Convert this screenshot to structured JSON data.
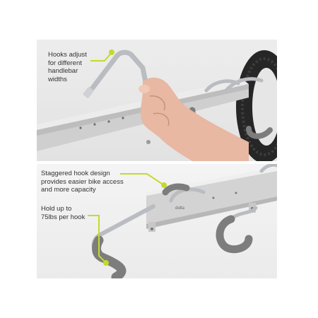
{
  "callouts": {
    "hooks_adjust": {
      "lines": [
        "Hooks adjust",
        "for different",
        "handlebar",
        "widths"
      ]
    },
    "staggered": {
      "lines": [
        "Staggered hook design",
        "provides easier bike access",
        "and more capacity"
      ]
    },
    "hold_up": {
      "lines": [
        "Hold up to",
        "75lbs per hook"
      ]
    }
  },
  "rail_logo": "dɘlta",
  "colors": {
    "accent": "#c5d92d",
    "rail": "#d7d7d7",
    "hook": "#b9bcc0",
    "grip": "#7d7d7d",
    "tire": "#2a2a2a",
    "skin": "#e8b8a2"
  },
  "icons": {
    "callout_dot": "accent-dot"
  }
}
